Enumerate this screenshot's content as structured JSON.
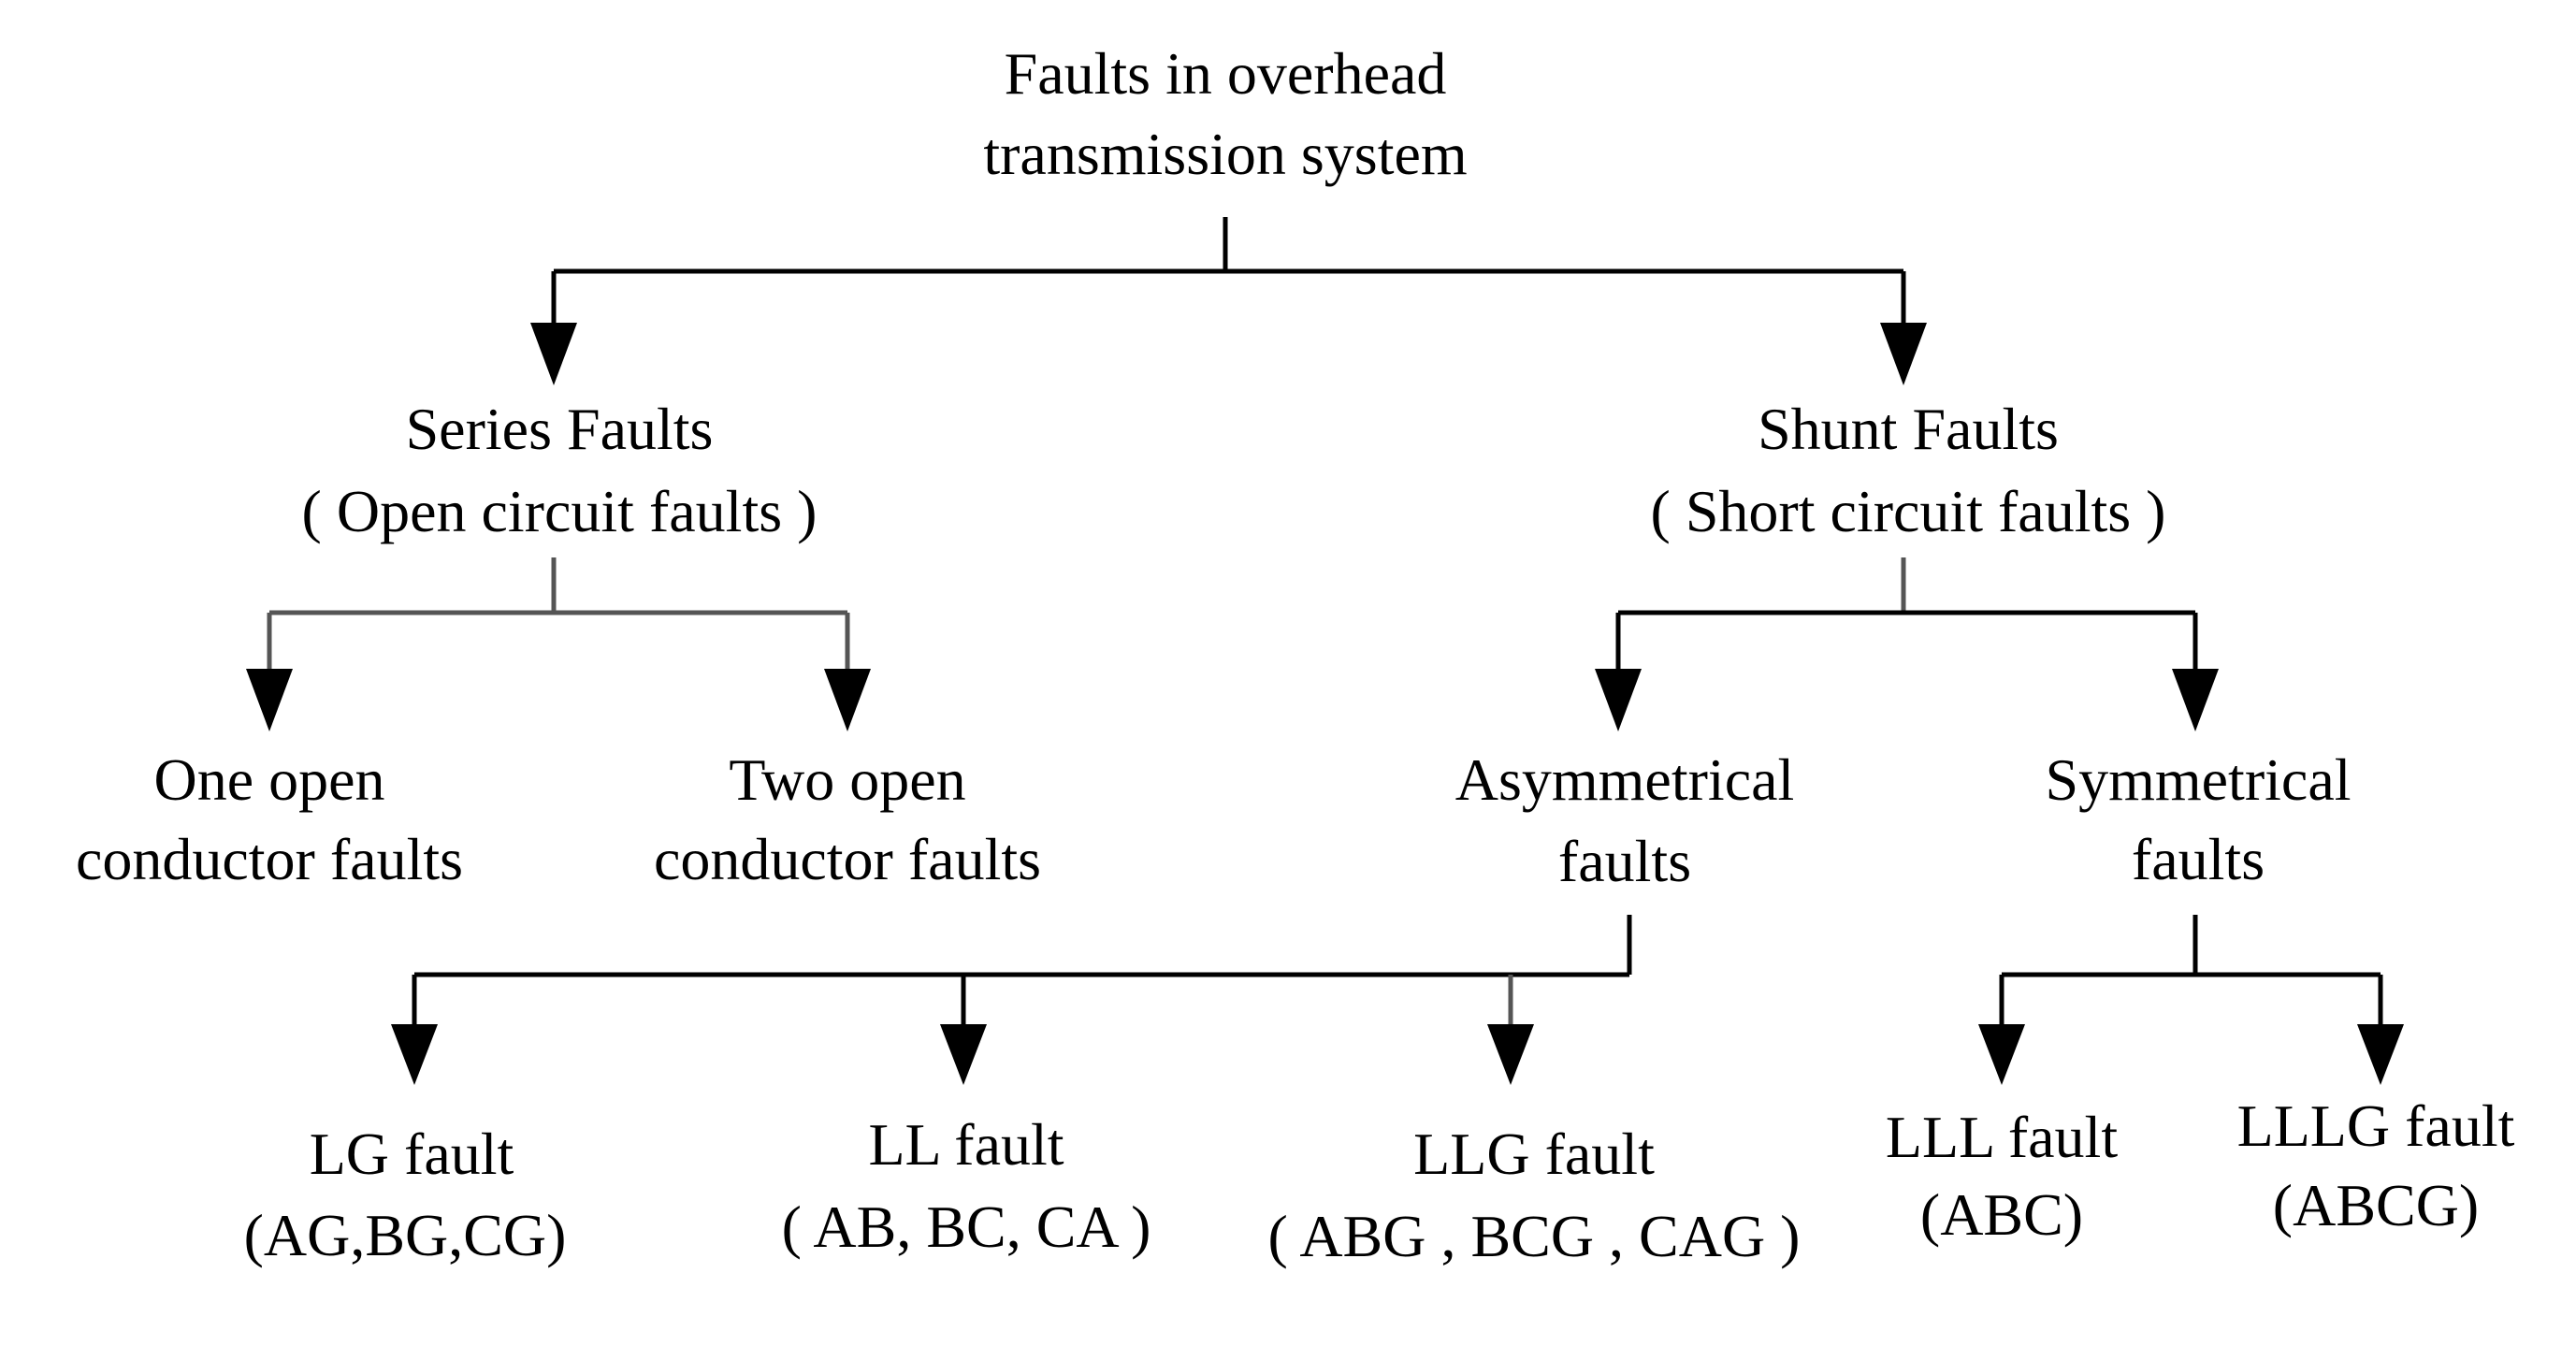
{
  "diagram": {
    "root": {
      "line1": "Faults in overhead",
      "line2": "transmission system"
    },
    "series": {
      "line1": "Series Faults",
      "line2": "( Open circuit faults )"
    },
    "shunt": {
      "line1": "Shunt Faults",
      "line2": "( Short circuit faults )"
    },
    "one_open": {
      "line1": "One open",
      "line2": "conductor faults"
    },
    "two_open": {
      "line1": "Two open",
      "line2": "conductor faults"
    },
    "asymmetrical": {
      "line1": "Asymmetrical",
      "line2": "faults"
    },
    "symmetrical": {
      "line1": "Symmetrical",
      "line2": "faults"
    },
    "lg": {
      "line1": "LG fault",
      "line2": "(AG,BG,CG)"
    },
    "ll": {
      "line1": "LL fault",
      "line2": "( AB, BC, CA )"
    },
    "llg": {
      "line1": "LLG fault",
      "line2": "( ABG , BCG , CAG )"
    },
    "lll": {
      "line1": "LLL fault",
      "line2": "(ABC)"
    },
    "lllg": {
      "line1": "LLLG fault",
      "line2": "(ABCG)"
    }
  }
}
